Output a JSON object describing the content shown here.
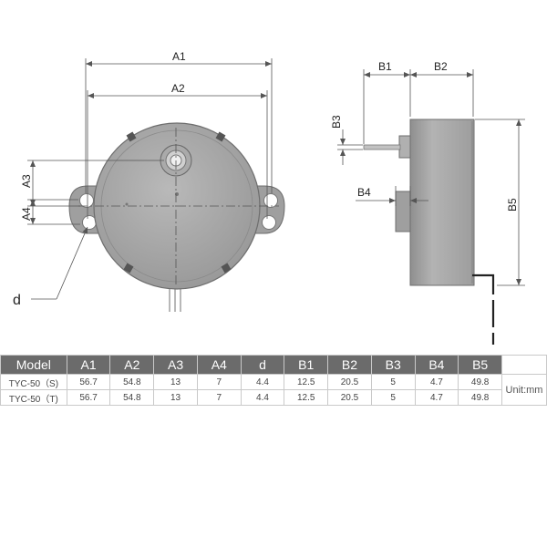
{
  "front_view": {
    "labels": {
      "A1": "A1",
      "A2": "A2",
      "A3": "A3",
      "A4": "A4",
      "d": "d"
    }
  },
  "side_view": {
    "labels": {
      "B1": "B1",
      "B2": "B2",
      "B3": "B3",
      "B4": "B4",
      "B5": "B5"
    }
  },
  "table": {
    "headers": [
      "Model",
      "A1",
      "A2",
      "A3",
      "A4",
      "d",
      "B1",
      "B2",
      "B3",
      "B4",
      "B5"
    ],
    "unit": "Unit:mm",
    "rows": [
      [
        "TYC-50（S)",
        "56.7",
        "54.8",
        "13",
        "7",
        "4.4",
        "12.5",
        "20.5",
        "5",
        "4.7",
        "49.8"
      ],
      [
        "TYC-50（T)",
        "56.7",
        "54.8",
        "13",
        "7",
        "4.4",
        "12.5",
        "20.5",
        "5",
        "4.7",
        "49.8"
      ]
    ]
  },
  "colors": {
    "header_bg": "#6b6b6b",
    "body_gray": "#a8a8a8",
    "dim_line": "#555555"
  }
}
